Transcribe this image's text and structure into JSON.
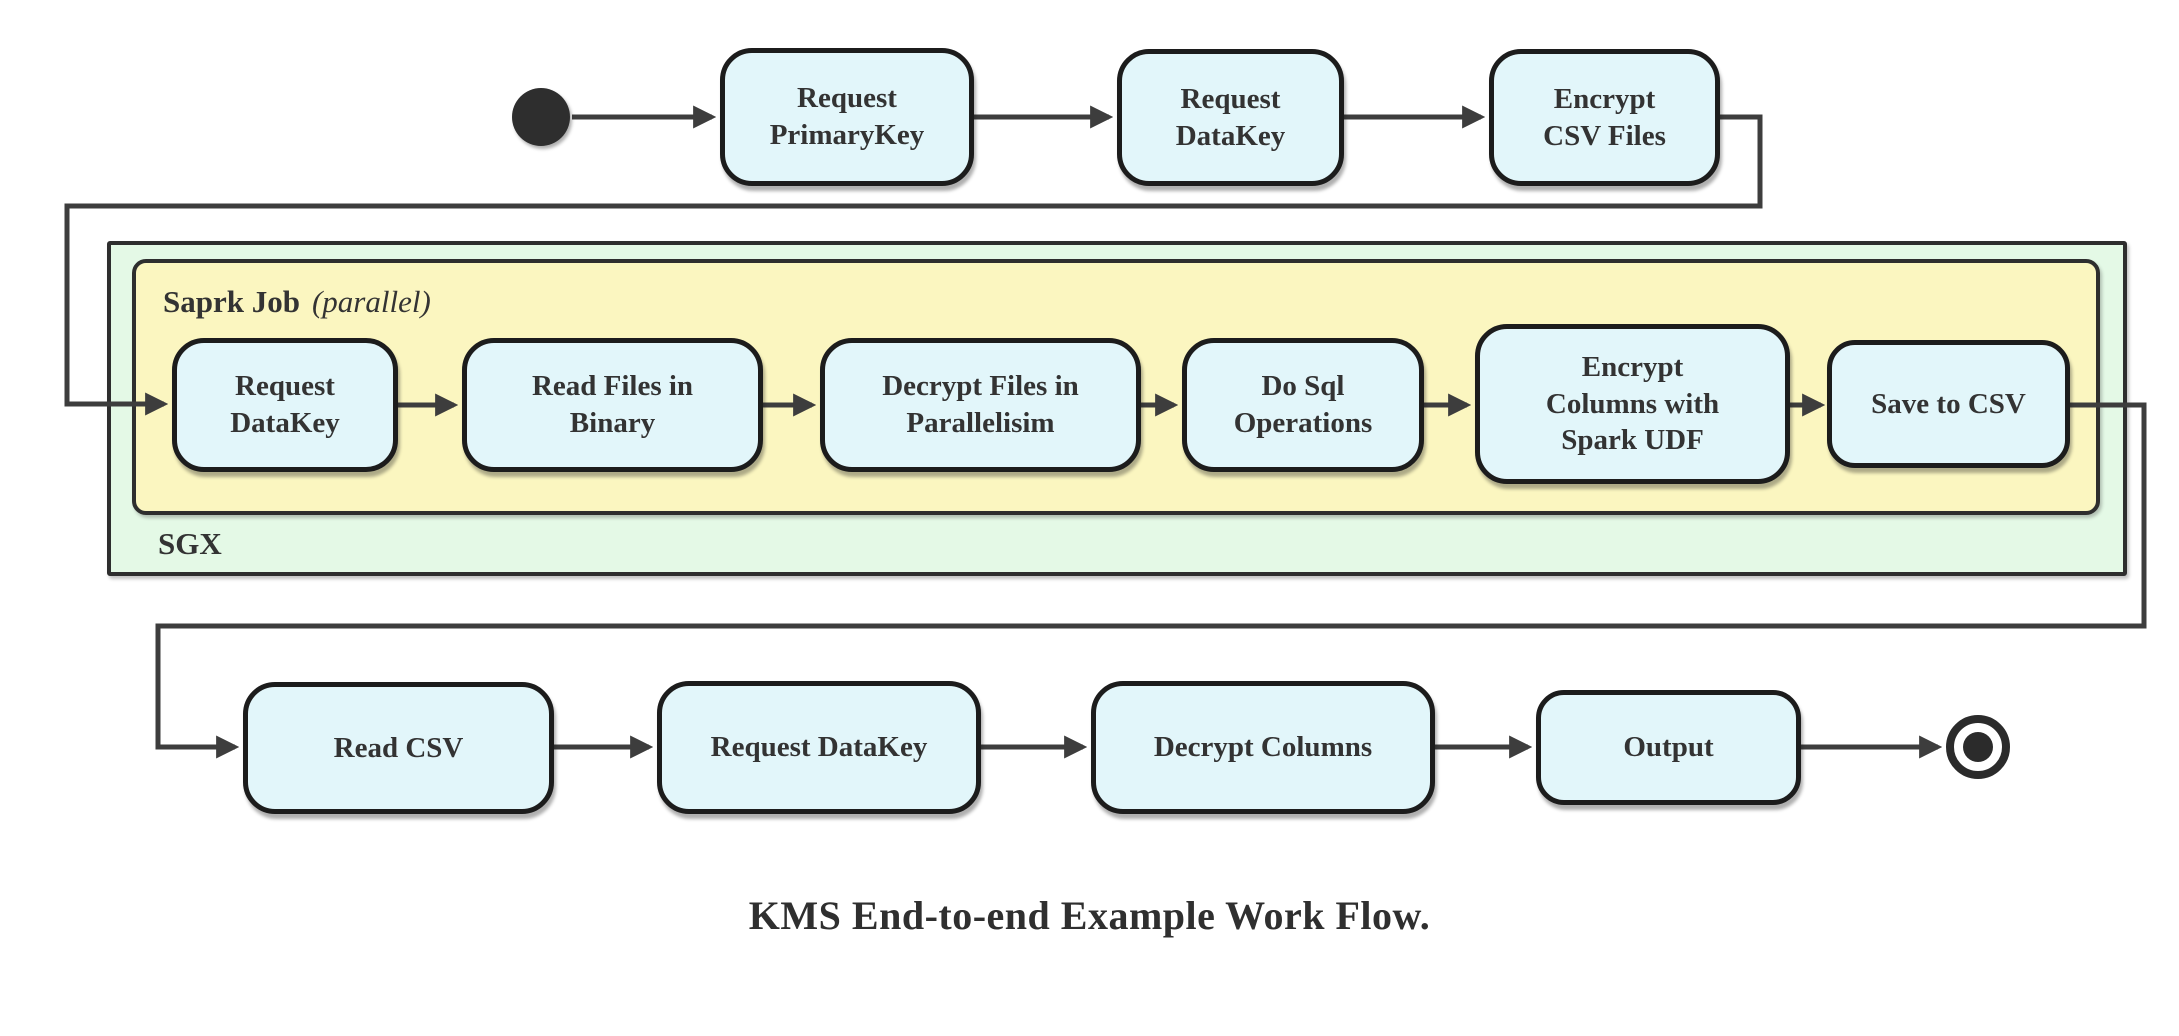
{
  "diagram": {
    "caption": "KMS End-to-end Example Work Flow.",
    "colors": {
      "node_fill": "#e2f6fa",
      "node_border": "#1c1c1c",
      "edge": "#3d3d3d",
      "text": "#333333",
      "sgx_fill": "#e4f9e6",
      "spark_fill": "#fbf6c0",
      "container_border": "#2e2e2e"
    },
    "containers": {
      "sgx": {
        "label": "SGX"
      },
      "spark": {
        "label": "Saprk Job",
        "qualifier": "(parallel)"
      }
    },
    "top_row_nodes": [
      {
        "label": "Request\nPrimaryKey"
      },
      {
        "label": "Request\nDataKey"
      },
      {
        "label": "Encrypt\nCSV Files"
      }
    ],
    "spark_nodes": [
      {
        "label": "Request\nDataKey"
      },
      {
        "label": "Read Files in\nBinary"
      },
      {
        "label": "Decrypt Files in\nParallelisim"
      },
      {
        "label": "Do Sql\nOperations"
      },
      {
        "label": "Encrypt\nColumns with\nSpark UDF"
      },
      {
        "label": "Save to CSV"
      }
    ],
    "bottom_row_nodes": [
      {
        "label": "Read CSV"
      },
      {
        "label": "Request DataKey"
      },
      {
        "label": "Decrypt Columns"
      },
      {
        "label": "Output"
      }
    ]
  }
}
